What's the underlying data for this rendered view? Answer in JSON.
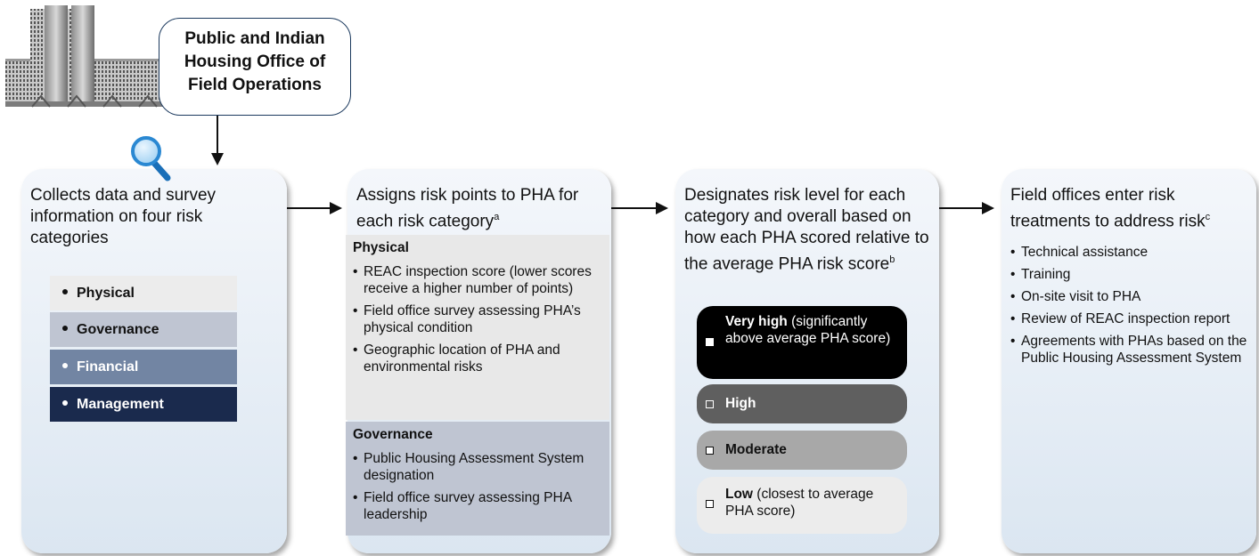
{
  "header": {
    "office_lines": [
      "Public and Indian",
      "Housing Office of",
      "Field Operations"
    ]
  },
  "panel1": {
    "title": "Collects data and survey information on four risk categories",
    "categories": [
      "Physical",
      "Governance",
      "Financial",
      "Management"
    ]
  },
  "panel2": {
    "title": "Assigns risk points to PHA for each risk category",
    "title_sup": "a",
    "physical": {
      "heading": "Physical",
      "items": [
        "REAC inspection score (lower scores receive a higher number of points)",
        "Field office survey assessing PHA’s physical condition",
        "Geographic location of PHA and environmental risks"
      ]
    },
    "governance": {
      "heading": "Governance",
      "items": [
        "Public Housing Assessment System designation",
        "Field office survey assessing PHA leadership"
      ]
    }
  },
  "panel3": {
    "title": "Designates risk level for each category and overall based on how each PHA scored relative to the average PHA risk score",
    "title_sup": "b",
    "levels": [
      {
        "bold": "Very high",
        "rest": " (significantly above average PHA score)",
        "color": "#000000"
      },
      {
        "bold": "High",
        "rest": "",
        "color": "#5f5f5f"
      },
      {
        "bold": "Moderate",
        "rest": "",
        "color": "#a8a8a8"
      },
      {
        "bold": "Low",
        "rest": " (closest to average PHA score)",
        "color": "#ececec"
      }
    ]
  },
  "panel4": {
    "title": "Field offices enter risk treatments to address risk",
    "title_sup": "c",
    "items": [
      "Technical assistance",
      "Training",
      "On-site visit to PHA",
      "Review of REAC inspection report",
      "Agreements with PHAs based on the Public Housing Assessment System"
    ]
  },
  "icons": {
    "building": "building-icon",
    "magnifier": "magnifying-glass-icon"
  }
}
